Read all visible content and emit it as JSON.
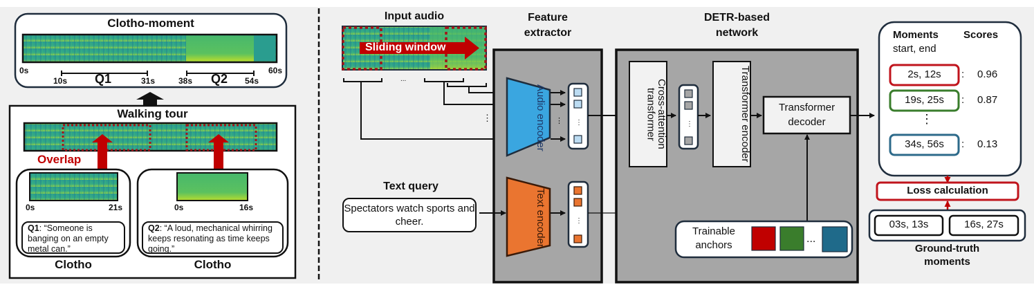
{
  "left_panel": {
    "clotho_moment": {
      "title": "Clotho-moment",
      "ticks": {
        "start": "0s",
        "q1_start": "10s",
        "q1_end": "31s",
        "q2_start": "38s",
        "q2_end": "54s",
        "end": "60s"
      },
      "q1_label": "Q1",
      "q2_label": "Q2"
    },
    "walking_tour": {
      "title": "Walking tour",
      "overlap_label": "Overlap"
    },
    "clips": [
      {
        "start": "0s",
        "end": "21s",
        "query_id": "Q1",
        "query_text": ": “Someone is banging on an empty metal can.”",
        "source": "Clotho"
      },
      {
        "start": "0s",
        "end": "16s",
        "query_id": "Q2",
        "query_text": ": “A loud, mechanical whirring keeps resonating as time keeps going.”",
        "source": "Clotho"
      }
    ]
  },
  "input_audio": {
    "title": "Input audio",
    "sliding_window_label": "Sliding window",
    "ellipsis": "..."
  },
  "feature_extractor": {
    "title_line1": "Feature",
    "title_line2": "extractor",
    "audio_encoder": "Audio encoder",
    "text_encoder": "Text encoder"
  },
  "text_query": {
    "title": "Text  query",
    "text": "Spectators watch sports and cheer."
  },
  "detr": {
    "title_line1": "DETR-based",
    "title_line2": "network",
    "cross_attention": "Cross-attention transformer",
    "transformer_encoder": "Transformer encoder",
    "transformer_decoder": "Transformer decoder",
    "anchors_label": "Trainable anchors",
    "anchor_colors": [
      "#c00000",
      "#3a7d2c",
      "#1f6a8a"
    ]
  },
  "output": {
    "moments_header": "Moments",
    "scores_header": "Scores",
    "subheader": "start,  end",
    "predictions": [
      {
        "moment": "2s, 12s",
        "score": "0.96",
        "color": "#c0141c"
      },
      {
        "moment": "19s, 25s",
        "score": "0.87",
        "color": "#3a7d2c"
      },
      {
        "moment": "34s, 56s",
        "score": "0.13",
        "color": "#2d6a8a"
      }
    ],
    "loss_label": "Loss calculation",
    "ground_truth": [
      "03s, 13s",
      "16s, 27s"
    ],
    "ground_truth_label_line1": "Ground-truth",
    "ground_truth_label_line2": "moments"
  },
  "colors": {
    "accent_red": "#c00000",
    "audio_blue": "#3aa6e0",
    "text_orange": "#ea7530",
    "panel_gray": "#a6a6a6",
    "background": "#f0f0f0"
  }
}
